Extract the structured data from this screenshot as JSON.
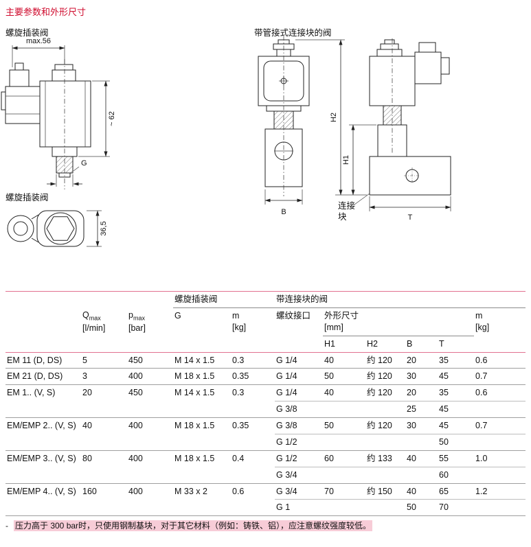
{
  "title": "主要参数和外形尺寸",
  "colors": {
    "title_red": "#cf0a2c",
    "table_accent_line": "#e2708f",
    "row_separator_gray": "#9e9e9e",
    "footnote_highlight": "#f7ccd7",
    "drawing_ink": "#222222"
  },
  "drawings": {
    "cartridge_side": {
      "label": "螺旋插装阀",
      "dim_width": "max.56",
      "dim_height": "~ 62",
      "thread_label": "G"
    },
    "cartridge_top": {
      "label": "螺旋插装阀",
      "dim_height": "36,5"
    },
    "block_valve": {
      "label": "带管接式连接块的阀",
      "dim_h2": "H2",
      "dim_h1": "H1",
      "dim_b": "B",
      "dim_t": "T",
      "block_label_line1": "连接",
      "block_label_line2": "块"
    }
  },
  "table": {
    "groups": {
      "cartridge": "螺旋插装阀",
      "block": "带连接块的阀"
    },
    "header": {
      "qmax": {
        "sym": "Q",
        "sub": "max",
        "unit": "[l/min]"
      },
      "pmax": {
        "sym": "p",
        "sub": "max",
        "unit": "[bar]"
      },
      "g": "G",
      "m1": {
        "sym": "m",
        "unit": "[kg]"
      },
      "port": "螺纹接口",
      "dims": {
        "label": "外形尺寸",
        "unit": "[mm]"
      },
      "h1": "H1",
      "h2": "H2",
      "b": "B",
      "t": "T",
      "m2": {
        "sym": "m",
        "unit": "[kg]"
      }
    },
    "rows": [
      {
        "model": "EM 11 (D, DS)",
        "qmax": "5",
        "pmax": "450",
        "g": "M 14 x 1.5",
        "m1": "0.3",
        "port": "G 1/4",
        "h1": "40",
        "h2": "约 120",
        "b": "20",
        "t": "35",
        "m2": "0.6"
      },
      {
        "model": "EM 21 (D, DS)",
        "qmax": "3",
        "pmax": "400",
        "g": "M 18 x 1.5",
        "m1": "0.35",
        "port": "G 1/4",
        "h1": "50",
        "h2": "约 120",
        "b": "30",
        "t": "45",
        "m2": "0.7"
      },
      {
        "model": "EM 1.. (V, S)",
        "qmax": "20",
        "pmax": "450",
        "g": "M 14 x 1.5",
        "m1": "0.3",
        "port": "G 1/4",
        "h1": "40",
        "h2": "约 120",
        "b": "20",
        "t": "35",
        "m2": "0.6"
      },
      {
        "model": "",
        "qmax": "",
        "pmax": "",
        "g": "",
        "m1": "",
        "port": "G 3/8",
        "h1": "",
        "h2": "",
        "b": "25",
        "t": "45",
        "m2": ""
      },
      {
        "model": "EM/EMP 2.. (V, S)",
        "qmax": "40",
        "pmax": "400",
        "g": "M 18 x 1.5",
        "m1": "0.35",
        "port": "G 3/8",
        "h1": "50",
        "h2": "约 120",
        "b": "30",
        "t": "45",
        "m2": "0.7"
      },
      {
        "model": "",
        "qmax": "",
        "pmax": "",
        "g": "",
        "m1": "",
        "port": "G 1/2",
        "h1": "",
        "h2": "",
        "b": "",
        "t": "50",
        "m2": ""
      },
      {
        "model": "EM/EMP 3.. (V, S)",
        "qmax": "80",
        "pmax": "400",
        "g": "M 18 x 1.5",
        "m1": "0.4",
        "port": "G 1/2",
        "h1": "60",
        "h2": "约 133",
        "b": "40",
        "t": "55",
        "m2": "1.0"
      },
      {
        "model": "",
        "qmax": "",
        "pmax": "",
        "g": "",
        "m1": "",
        "port": "G 3/4",
        "h1": "",
        "h2": "",
        "b": "",
        "t": "60",
        "m2": ""
      },
      {
        "model": "EM/EMP 4.. (V, S)",
        "qmax": "160",
        "pmax": "400",
        "g": "M 33 x 2",
        "m1": "0.6",
        "port": "G 3/4",
        "h1": "70",
        "h2": "约 150",
        "b": "40",
        "t": "65",
        "m2": "1.2"
      },
      {
        "model": "",
        "qmax": "",
        "pmax": "",
        "g": "",
        "m1": "",
        "port": "G 1",
        "h1": "",
        "h2": "",
        "b": "50",
        "t": "70",
        "m2": ""
      }
    ]
  },
  "footnote": {
    "dash": "-",
    "text": "压力高于 300 bar时，只使用钢制基块，对于其它材料（例如：铸铁、铝），应注意螺纹强度较低。"
  }
}
